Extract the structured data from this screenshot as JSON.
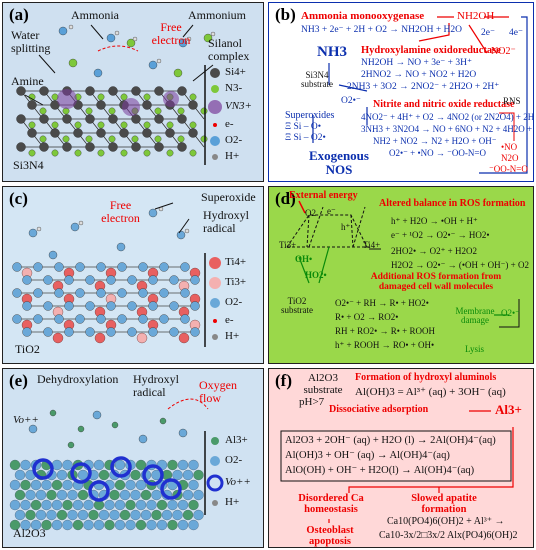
{
  "panel_a": {
    "label": "(a)",
    "ammonia": "Ammonia",
    "ammonium": "Ammonium",
    "free_electron": "Free electron",
    "water_splitting": "Water splitting",
    "silanol_complex": "Silanol complex",
    "amine": "Amine",
    "material": "Si3N4",
    "legend": [
      "Si4+",
      "N3-",
      "VN3+",
      "e-",
      "O2-",
      "H+"
    ],
    "colors": {
      "bg": "#cfe0f0",
      "si": "#4a4a4a",
      "n": "#7ec83a",
      "vn": "#7a3d9a",
      "o": "#5aa0d8"
    }
  },
  "panel_b": {
    "label": "(b)",
    "amo": "Ammonia monooxygenase",
    "nh2oh": "NH2OH",
    "eq1": "NH3 + 2e⁻ + 2H + O2 → NH2OH + H2O",
    "nh3": "NH3",
    "e2": "2e⁻",
    "e4": "4e⁻",
    "hao": "Hydroxylamine oxidoreductase",
    "no2": "NO2⁻",
    "eq2": "NH2OH → NO + 3e⁻ + 3H⁺",
    "eq3": "2HNO2 → NO + NO2 + H2O",
    "eq4": "2NH3 + 3O2 → 2NO2⁻ + 2H2O + 2H⁺",
    "si3n4_sub": "Si3N4 substrate",
    "o2": "O2•⁻",
    "superoxides": "Superoxides",
    "sio1": "Ξ Si – O•",
    "sio2": "Ξ Si – O2•",
    "nnor": "Nitrite and nitric oxide reductase",
    "rns": "RNS",
    "eq5": "4NO2⁻ + 4H⁺ + O2 → 4NO2 (or 2N2O4) + 2H2O",
    "eq6": "3NH3 + 3N2O4 → NO + 6NO + N2 + 4H2O + H⁺",
    "eq7": "NH2 + NO2 → N2 + H2O + OH⁻",
    "eq8": "O2•⁻ + •NO → ⁻OO-N=O",
    "exogenous": "Exogenous NOS",
    "rns_no": "•NO",
    "rns_n2o": "N2O",
    "rns_oono": "⁻OO-N=O",
    "colors": {
      "bg": "#ffffff"
    }
  },
  "panel_c": {
    "label": "(c)",
    "superoxide": "Superoxide",
    "free_electron": "Free electron",
    "hydroxyl": "Hydroxyl radical",
    "material": "TiO2",
    "legend": [
      "Ti4+",
      "Ti3+",
      "O2-",
      "e-",
      "H+"
    ],
    "colors": {
      "bg": "#d4e6f4",
      "ti4": "#e86060",
      "ti3": "#f4b0b0",
      "o": "#6aa8d8"
    }
  },
  "panel_d": {
    "label": "(d)",
    "external_energy": "External energy",
    "altered": "Altered balance in ROS formation",
    "r1": "h⁺ + H2O → •OH + H⁺",
    "r2": "e⁻ + ¹O2 → O2•⁻ → HO2•",
    "r3": "2HO2• → O2⁺ + H2O2",
    "r4": "H2O2 → O2•⁻ → (•OH + OH⁻) + O2",
    "additional": "Additional ROS formation from damaged cell wall molecules",
    "r5": "O2•⁻ + RH → R• + HO2•",
    "r6": "R• + O2 → RO2•",
    "r7": "RH + RO2• → R• + ROOH",
    "r8": "h⁺ + ROOH → RO• + OH•",
    "membrane": "Membrane damage",
    "lysis": "Lysis",
    "tio2_sub": "TiO2 substrate",
    "ti3": "Ti3+",
    "ti4": "Ti4+",
    "o2": "O2",
    "o2r": "O2•⁻",
    "oh": "OH•",
    "ho2": "HO2•",
    "eminus": "e⁻",
    "hplus": "h⁺",
    "colors": {
      "bg": "#9ad84a"
    }
  },
  "panel_e": {
    "label": "(e)",
    "dehydroxylation": "Dehydroxylation",
    "hydroxyl": "Hydroxyl radical",
    "oxygen_flow": "Oxygen flow",
    "vo": "Vo++",
    "material": "Al2O3",
    "legend": [
      "Al3+",
      "O2-",
      "Vo++",
      "H+"
    ],
    "colors": {
      "bg": "#d0e2f2",
      "al": "#4a9a6a",
      "o": "#6aa8d8",
      "vo": "#2030d0"
    }
  },
  "panel_f": {
    "label": "(f)",
    "al2o3_sub": "Al2O3 substrate",
    "ph": "pH>7",
    "formation": "Formation of hydroxyl aluminols",
    "eq1": "Al(OH)3 = Al³⁺ (aq) + 3OH⁻ (aq)",
    "dissociative": "Dissociative adsorption",
    "al3": "Al3+",
    "eq2": "Al2O3 + 2OH⁻ (aq) + H2O (l) → 2Al(OH)4⁻(aq)",
    "eq3": "Al(OH)3 + OH⁻ (aq) → Al(OH)4⁻(aq)",
    "eq4": "AlO(OH) + OH⁻ + H2O(l) → Al(OH)4⁻(aq)",
    "disordered": "Disordered Ca homeostasis",
    "slowed": "Slowed apatite formation",
    "osteoblast": "Osteoblast apoptosis",
    "ca1": "Ca10(PO4)6(OH)2 + Al³⁺ →",
    "ca2": "Ca10-3x/2□3x/2 Alx(PO4)6(OH)2",
    "colors": {
      "bg": "#ffd8d8"
    }
  }
}
